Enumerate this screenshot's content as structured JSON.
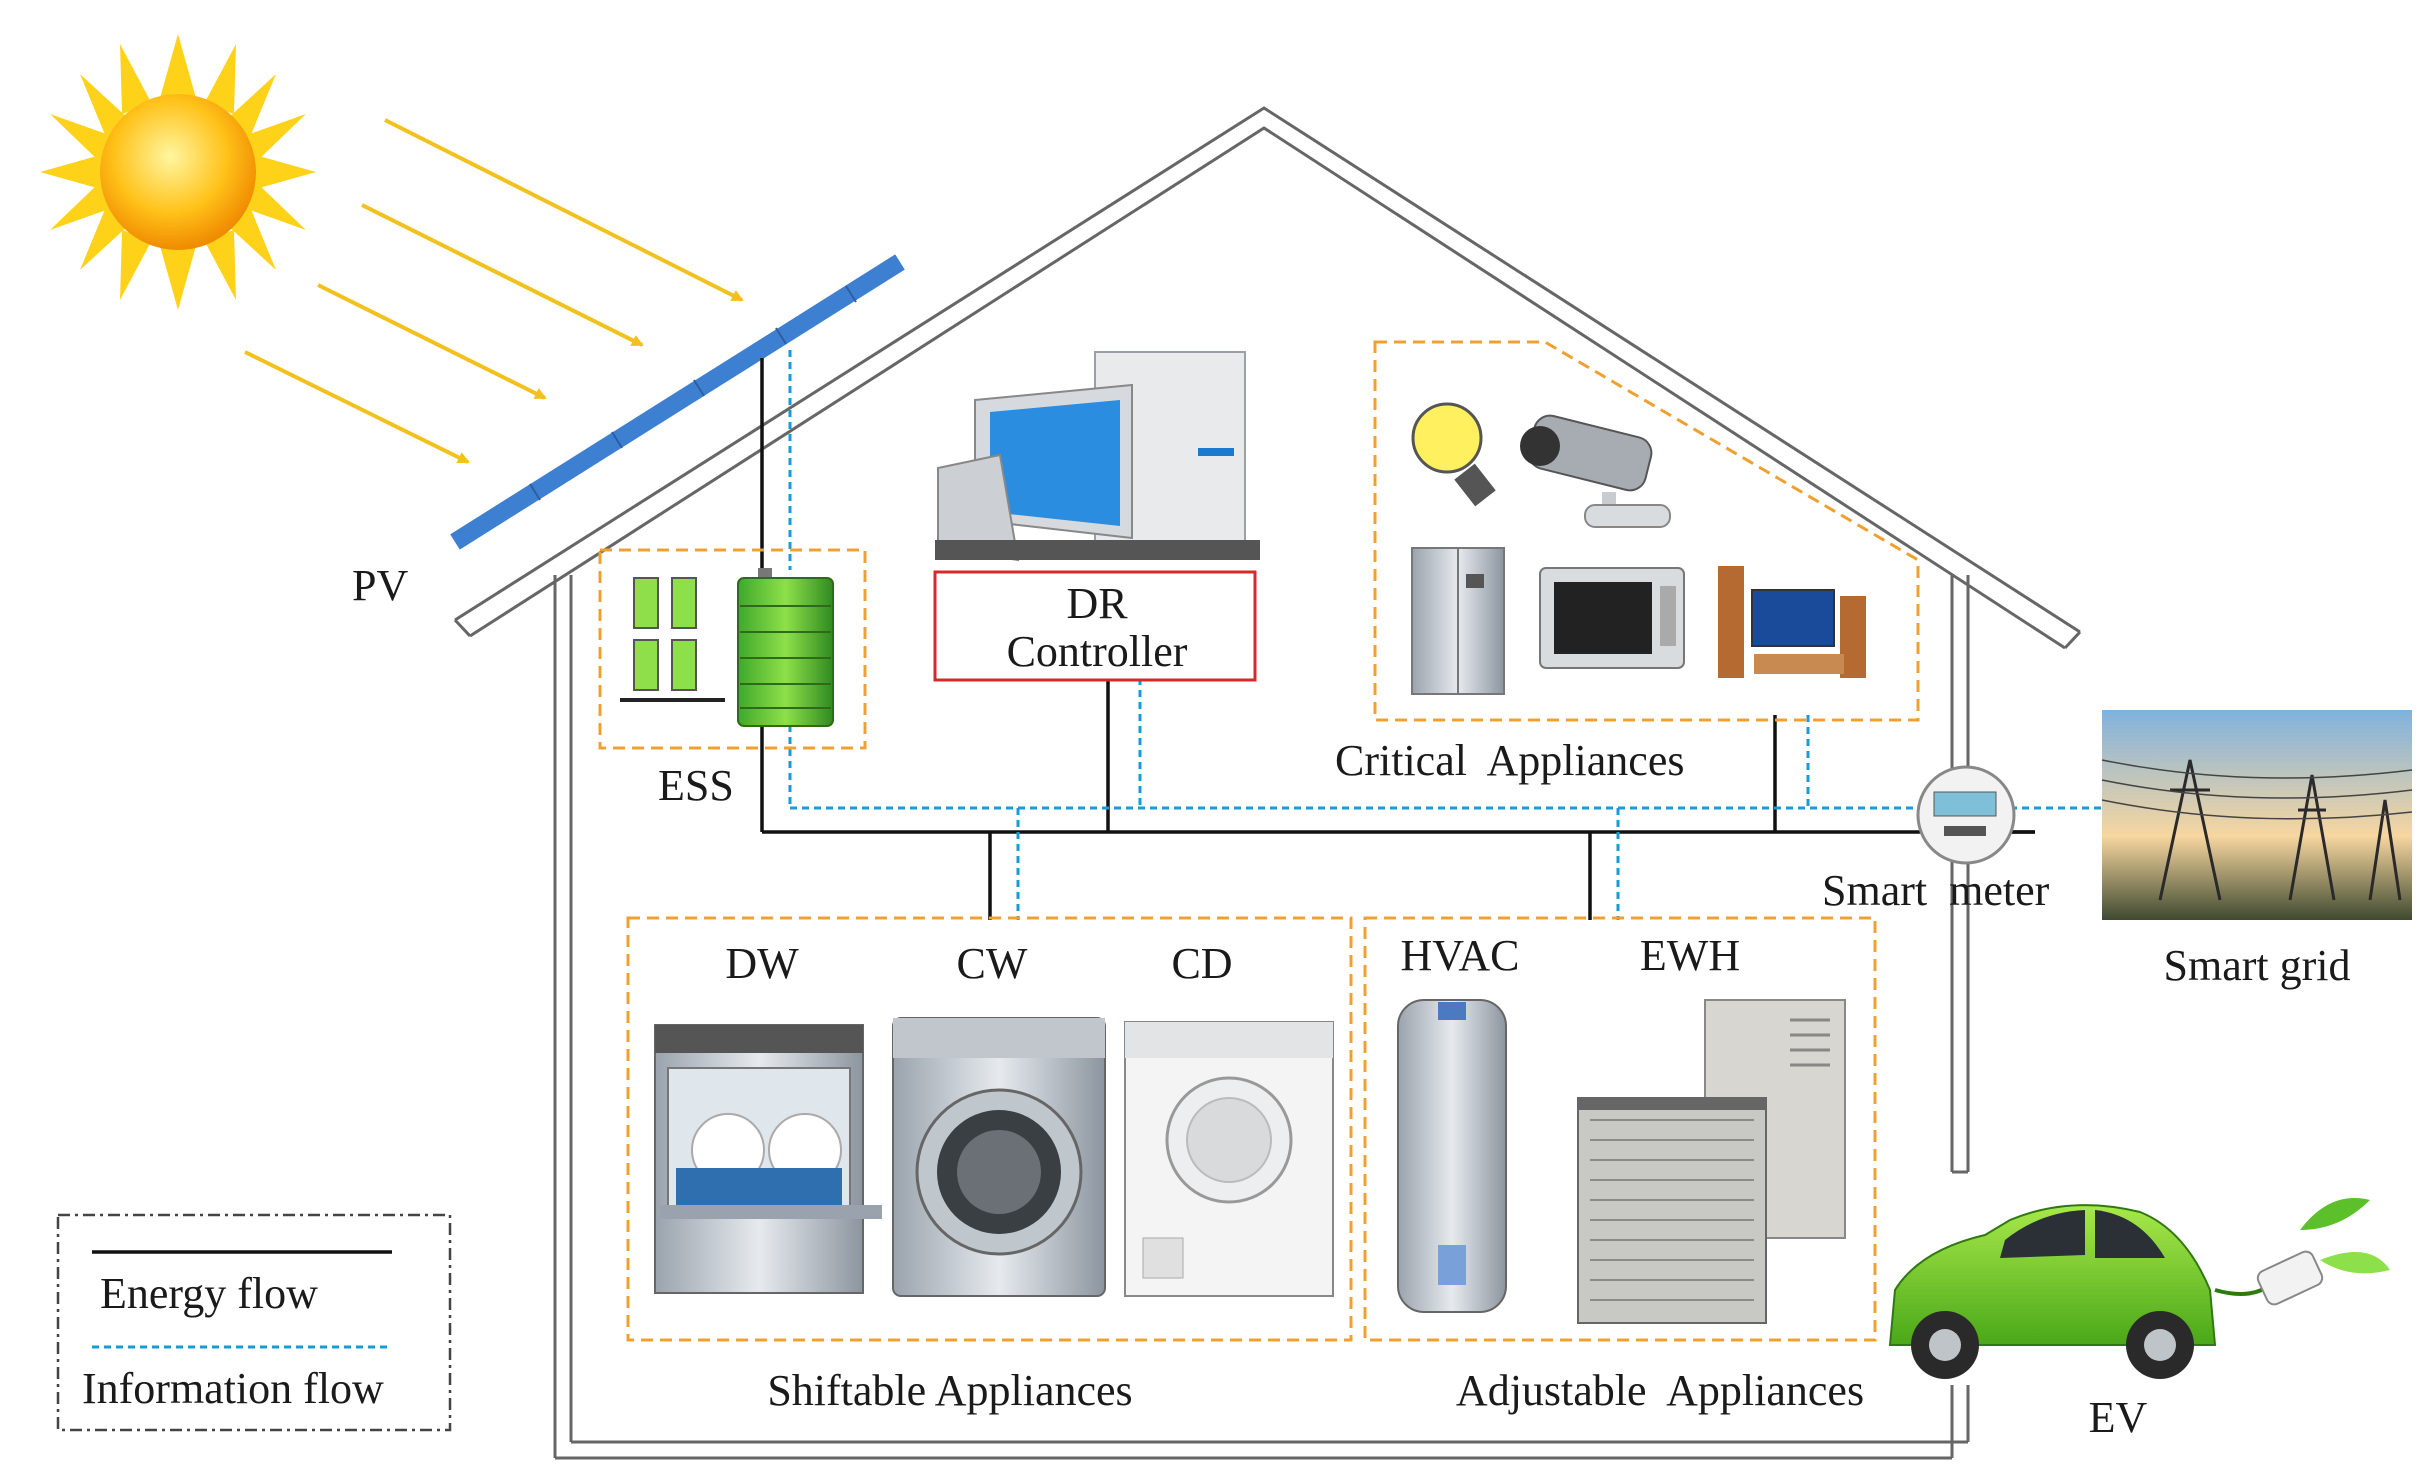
{
  "labels": {
    "pv": "PV",
    "ess": "ESS",
    "dr_line1": "DR",
    "dr_line2": "Controller",
    "critical": "Critical  Appliances",
    "smart_meter": "Smart  meter",
    "smart_grid": "Smart grid",
    "dw": "DW",
    "cw": "CW",
    "cd": "CD",
    "hvac": "HVAC",
    "ewh": "EWH",
    "shiftable": "Shiftable Appliances",
    "adjustable": "Adjustable  Appliances",
    "ev": "EV"
  },
  "legend": {
    "energy": "Energy flow",
    "information": "Information flow"
  },
  "colors": {
    "energy_line": "#111111",
    "information_line": "#1a9ad6",
    "group_border": "#f0a030",
    "dr_border": "#d42a2a",
    "sun_ray": "#f2c11e",
    "pv_panel": "#3d7fd0"
  }
}
